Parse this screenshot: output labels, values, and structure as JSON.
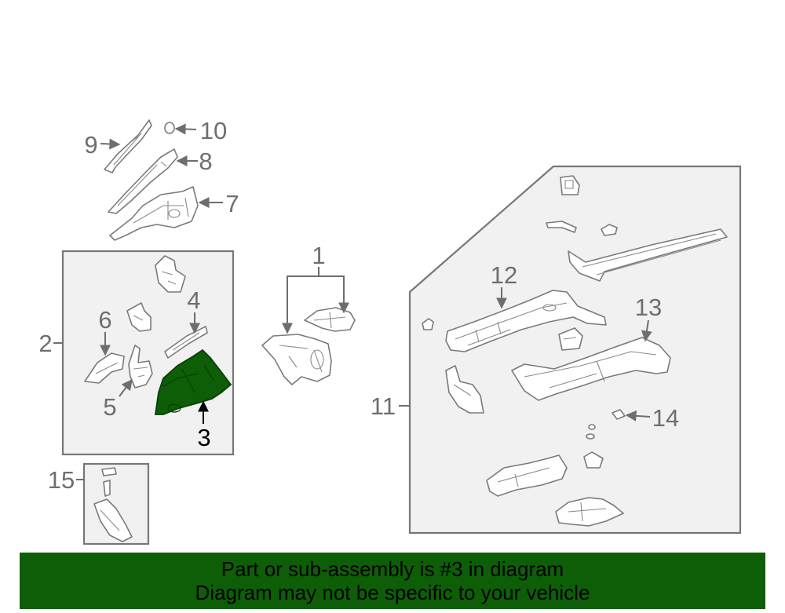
{
  "callouts": [
    "1",
    "2",
    "3",
    "4",
    "5",
    "6",
    "7",
    "8",
    "9",
    "10",
    "11",
    "12",
    "13",
    "14",
    "15"
  ],
  "highlighted_part": "3",
  "colors": {
    "highlight": "#0d5e07",
    "banner": "#0d5e07",
    "line": "#777777",
    "group_fill": "#f1f1f1"
  },
  "banner": {
    "line1": "Part or sub-assembly is #3 in diagram",
    "line2": "Diagram may not be specific to your vehicle"
  }
}
